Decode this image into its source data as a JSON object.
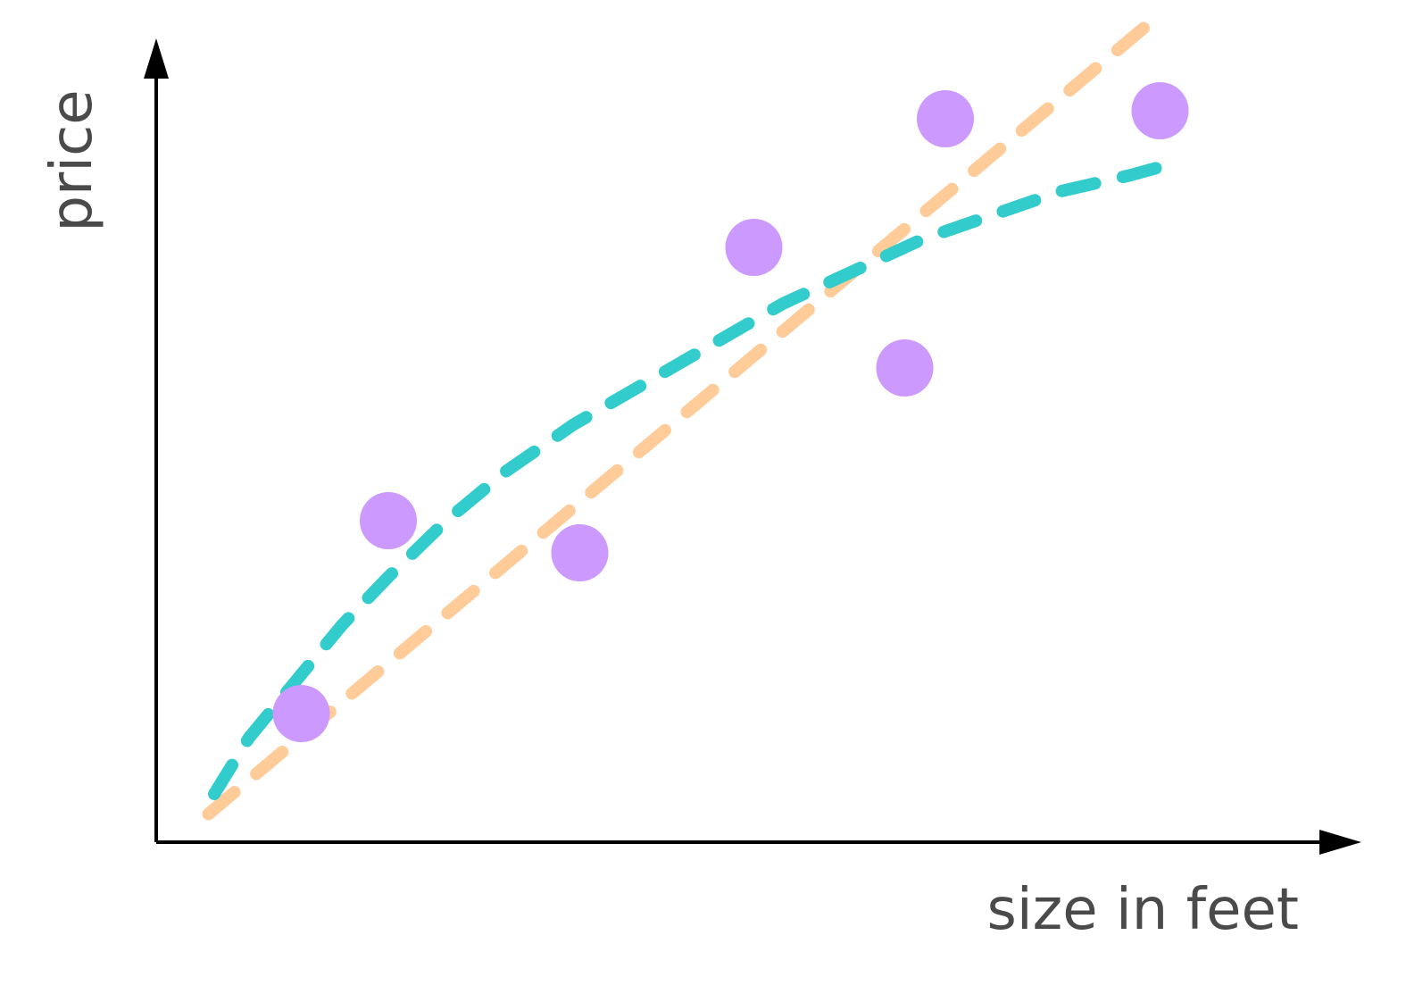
{
  "chart_data": {
    "type": "scatter",
    "title": "",
    "xlabel": "size in feet",
    "ylabel": "price",
    "xlim": [
      0,
      100
    ],
    "ylim": [
      0,
      100
    ],
    "grid": false,
    "legend": "none",
    "points": [
      {
        "x": 12.5,
        "y": 16
      },
      {
        "x": 20.0,
        "y": 40
      },
      {
        "x": 36.5,
        "y": 36
      },
      {
        "x": 51.5,
        "y": 74
      },
      {
        "x": 64.5,
        "y": 59
      },
      {
        "x": 68.0,
        "y": 90
      },
      {
        "x": 86.5,
        "y": 91
      }
    ],
    "series": [
      {
        "style": "dashed",
        "color": "#ffcc99",
        "x": [
          4.5,
          86.5
        ],
        "y": [
          3.5,
          103
        ]
      },
      {
        "style": "dashed",
        "color": "#33cccc",
        "x": [
          5,
          8,
          12,
          16,
          20,
          25,
          30,
          36,
          42,
          48,
          54,
          60,
          66,
          72,
          78,
          84,
          86.5
        ],
        "y": [
          6,
          13,
          20,
          27,
          33,
          40,
          46,
          52,
          57,
          62,
          67,
          71,
          75,
          78,
          81,
          83,
          84
        ]
      }
    ],
    "colors": {
      "points": "#cc99ff",
      "axes": "#000000",
      "labels": "#4a4a4a"
    }
  }
}
